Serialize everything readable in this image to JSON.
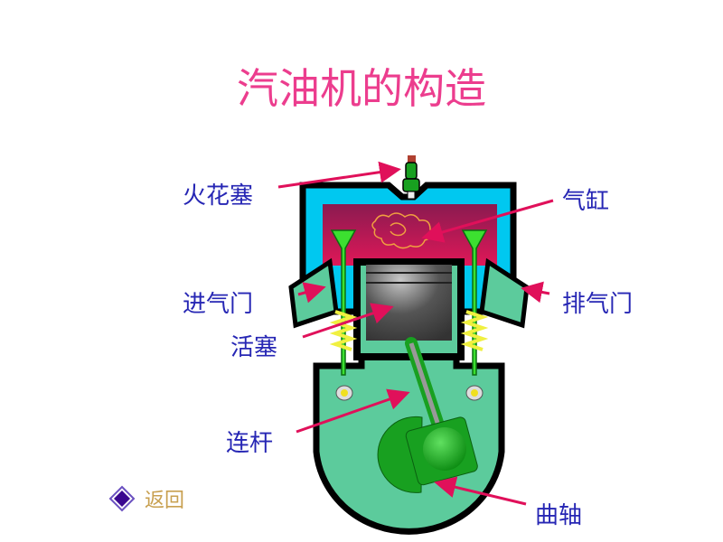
{
  "title": "汽油机的构造",
  "labels": {
    "spark_plug": "火花塞",
    "cylinder": "气缸",
    "intake_valve": "进气门",
    "exhaust_valve": "排气门",
    "piston": "活塞",
    "connecting_rod": "连杆",
    "crankshaft": "曲轴"
  },
  "nav": {
    "back_label": "返回",
    "back_icon": "diamond-icon"
  },
  "colors": {
    "title": "#ec3d8e",
    "label": "#2626b4",
    "arrow": "#e0105a",
    "crankcase": "#5ccb9c",
    "water_jacket": "#00c8f0",
    "chamber": "#c01850"
  }
}
